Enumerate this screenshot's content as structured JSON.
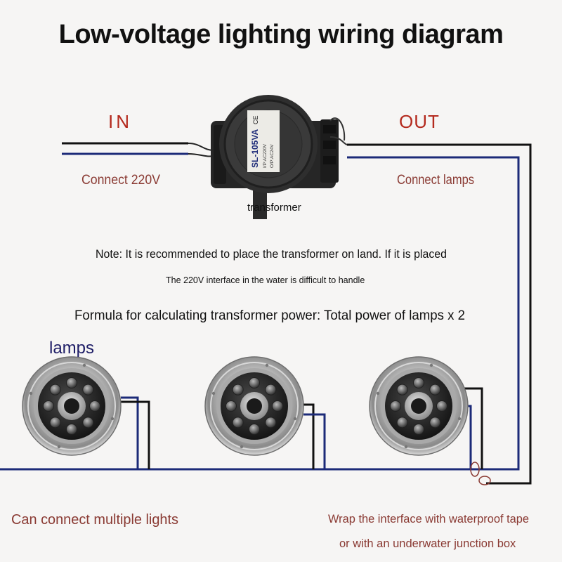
{
  "title": "Low-voltage lighting wiring diagram",
  "input": {
    "label": "IN",
    "note": "Connect 220V"
  },
  "output": {
    "label": "OUT",
    "note": "Connect lamps"
  },
  "transformer": {
    "label": "transformer",
    "print": [
      "SL-105VA",
      "I/P:AC220V",
      "O/P:AC24V"
    ],
    "ce_mark": "CE"
  },
  "notes": {
    "line1": "Note: It is recommended to place the transformer on land. If it is placed",
    "line2": "The 220V interface in the water is difficult to handle",
    "formula": "Formula for calculating transformer power: Total power of lamps x 2"
  },
  "lamps_label": "lamps",
  "lamps_count": 3,
  "footer": {
    "multiple": "Can connect multiple lights",
    "waterproof_line1": "Wrap the interface with waterproof tape",
    "waterproof_line2": "or with an underwater junction box"
  },
  "colors": {
    "wire_black": "#111111",
    "wire_blue": "#1c2a78",
    "label_red": "#b42a1e",
    "note_brown": "#8a3a33",
    "lamps_navy": "#1e1d66"
  },
  "icons": {
    "transformer": "transformer-icon",
    "lamp": "underwater-lamp-icon",
    "junction": "wire-junction-icon"
  }
}
